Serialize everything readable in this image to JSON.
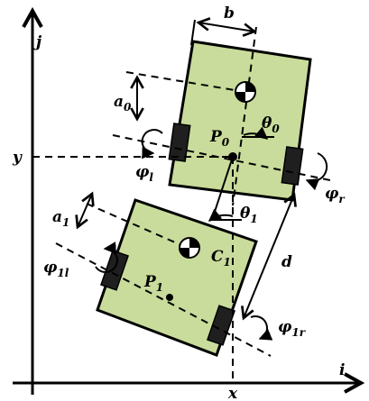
{
  "colors": {
    "body_fill": "#c9dc9b",
    "stroke": "#000000",
    "wheel": "#1f1f1f",
    "background": "#ffffff"
  },
  "axes": {
    "horizontal": "i",
    "vertical": "j"
  },
  "ticks": {
    "x": "x",
    "y": "y"
  },
  "robot0": {
    "width_label": "b",
    "offset_label": {
      "base": "a",
      "sub": "0"
    },
    "point_label": {
      "base": "P",
      "sub": "0"
    },
    "angle_label": {
      "base": "θ",
      "sub": "0"
    },
    "left_wheel": {
      "base": "φ",
      "sub": "l"
    },
    "right_wheel": {
      "base": "φ",
      "sub": "r"
    }
  },
  "robot1": {
    "offset_label": {
      "base": "a",
      "sub": "1"
    },
    "point_label": {
      "base": "P",
      "sub": "1"
    },
    "center_label": {
      "base": "C",
      "sub": "1"
    },
    "angle_label": {
      "base": "θ",
      "sub": "1"
    },
    "left_wheel": {
      "base": "φ",
      "sub": "1l"
    },
    "right_wheel": {
      "base": "φ",
      "sub": "1r"
    }
  },
  "link_label": "d"
}
